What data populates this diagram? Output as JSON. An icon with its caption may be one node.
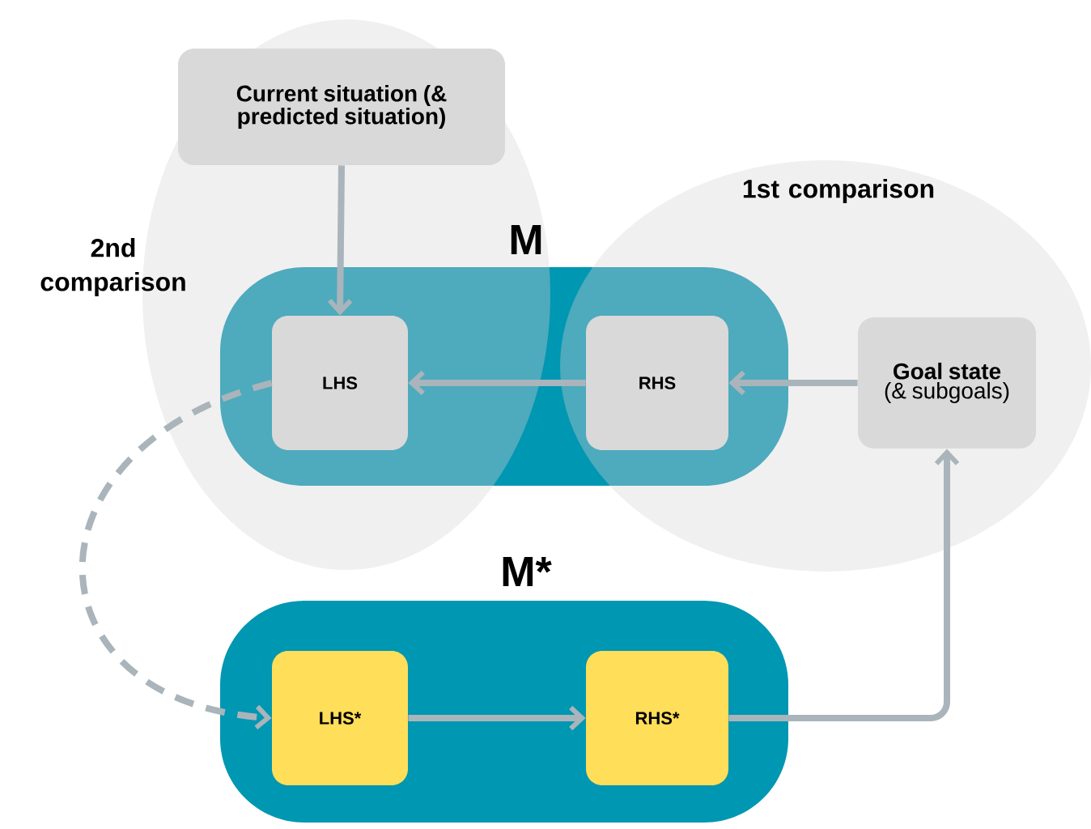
{
  "diagram": {
    "nodes": [
      {
        "text": [
          "Current situation (& predicted situation)"
        ]
      },
      {
        "text": [
          "M"
        ]
      },
      {
        "text": [
          "LHS"
        ],
        "in": 1
      },
      {
        "text": [
          "RHS"
        ],
        "in": 1
      },
      {
        "text": [
          "Goal state",
          "(& subgoals)"
        ]
      },
      {
        "text": [
          "M*"
        ]
      },
      {
        "text": [
          "LHS*"
        ],
        "in": 5
      },
      {
        "text": [
          "RHS*"
        ],
        "in": 5
      }
    ],
    "edges": [
      {
        "from": 0,
        "to": 2,
        "arrow": "to"
      },
      {
        "from": 4,
        "to": 3,
        "arrow": "to"
      },
      {
        "from": 3,
        "to": 2,
        "arrow": "to"
      },
      {
        "from": 2,
        "to": 6,
        "arrow": "to",
        "style": "dashed"
      },
      {
        "from": 6,
        "to": 7,
        "arrow": "to"
      },
      {
        "from": 7,
        "to": 4,
        "arrow": "to"
      }
    ],
    "labels": [
      "2nd comparison",
      "1st comparison"
    ]
  }
}
